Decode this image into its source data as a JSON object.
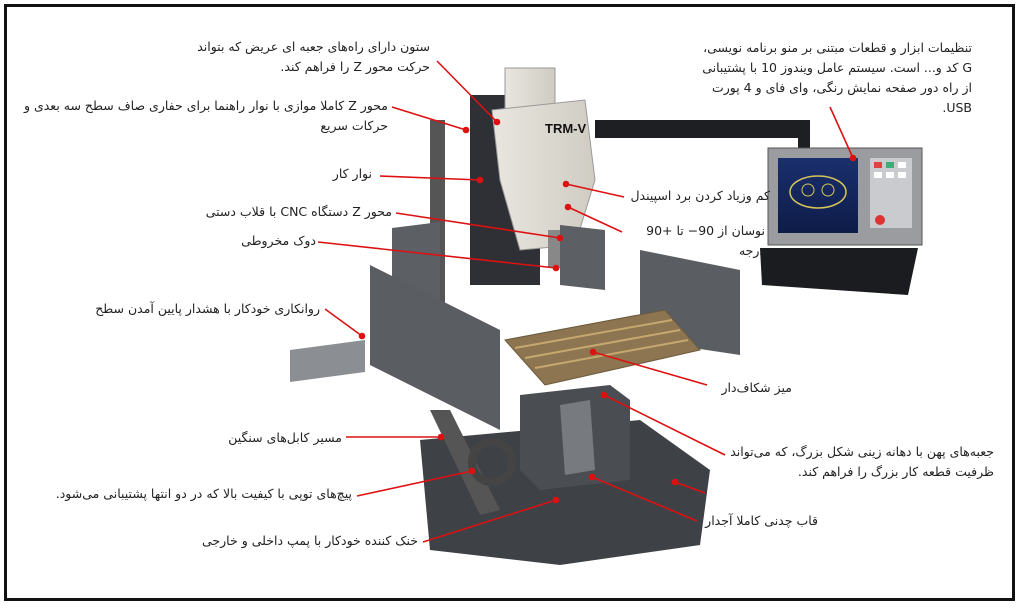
{
  "badge": "TRM-V",
  "labels": {
    "column": "ستون دارای راه‌های جعبه ای عریض که بتواند حرکت محور Z را فراهم کند.",
    "z_axis_parallel": "محور Z کاملا موازی با نوار راهنما برای حفاری صاف سطح سه بعدی و حرکات سریع",
    "tool_band": "نوار کار",
    "z_axis_handwheel": "محور Z دستگاه CNC با قلاب دستی",
    "spindle_taper": "دوک مخروطی",
    "coolant": "روانکاری خودکار با هشدار پایین آمدن سطح",
    "cable_path": "مسیر کابل‌های سنگین",
    "ballscrews": "پیچ‌های توپی با کیفیت بالا که در دو انتها پشتیبانی می‌شود.",
    "cooling": "خنک کننده خودکار با پمپ داخلی و خارجی",
    "light_head": "کم وزیاد کردن برد اسپیندل",
    "swivel": "نوسان از 90− تا +90 درجه",
    "t_slot_table": "میز شکاف‌دار",
    "saddle": "جعبه‌های پهن با دهانه زینی شکل بزرگ، که می‌تواند ظرفیت قطعه کار بزرگ را فراهم کند.",
    "frame": "قاب چدنی کاملا آجدار",
    "control": "تنظیمات ابزار و قطعات مبتنی بر منو برنامه نویسی، G کد و... است. سیستم عامل ویندوز 10 با پشتیبانی از راه دور صفحه نمایش رنگی، وای فای و 4 پورت USB."
  }
}
